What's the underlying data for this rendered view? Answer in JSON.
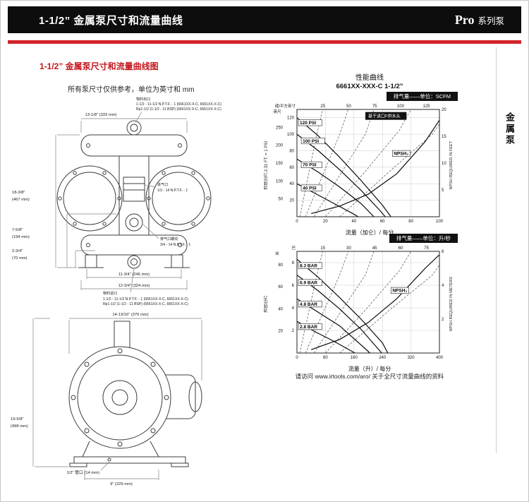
{
  "page": {
    "header": {
      "title": "1-1/2” 金属泵尺寸和流量曲线",
      "brand_pro": "Pro",
      "brand_rest": "系列泵"
    },
    "side_tab": "金属泵",
    "subtitle": "1-1/2” 金属泵尺寸和流量曲线图",
    "units_note": "所有泵尺寸仅供参考，单位为英寸和 mm",
    "footer_note": "请访问 www.irtools.com/aro/ 关于全尺寸流量曲线的资料"
  },
  "drawing": {
    "front": {
      "dim_width": "13-1/8\" (333 mm)",
      "dim_height": "18-3/8\"",
      "dim_height_mm": "(467 mm)",
      "dim_mid": "7-5/8\"",
      "dim_mid_mm": "(194 mm)",
      "dim_low": "2-3/4\"",
      "dim_low_mm": "(70 mm)",
      "dim_base1": "11-3/4\" (246 mm)",
      "dim_base2": "12-3/4\" (324 mm)",
      "outlet_l1": "物料出口",
      "outlet_l2": "1-1/2 - 11-1/2 N.P.T.F. - 1 (6661XX-X-C, 6661XX-X-C)",
      "outlet_l3": "Rp1-1/2 (1-1/2 - 11 BSP) (6661XX-X-C, 6661XX-X-C)",
      "air_l1": "进气口",
      "air_l2": "1/2 - 14 N.P.T.F. - 1",
      "exhaust_l1": "排气口螺纹",
      "exhaust_l2": "3/4 - 14 N.P.T.F. - 1",
      "inlet_l1": "物料进口",
      "inlet_l2": "1-1/2 - 11-1/2 N.P.T.F. - 1 (6661XX-X-C, 6661XX-X-C)",
      "inlet_l3": "Rp1-1/2 (1-1/2 - 11 BSP) (6661XX-X-C, 6661XX-X-C)"
    },
    "bottom": {
      "dim_width": "14-13/16\" (376 mm)",
      "dim_height": "19-5/8\"",
      "dim_height_mm": "(498 mm)",
      "dim_pipe": "1/2\" 管口 (14 mm)",
      "dim_depth": "9\" (229 mm)"
    }
  },
  "chart_data": [
    {
      "type": "line",
      "title": "性能曲线",
      "model": "6661XX-XXX-C  1-1/2”",
      "air_axis_label": "排气量——单位：SCFM",
      "inset_note": "基于进口F供水头",
      "inset_at": [
        48,
        120
      ],
      "xlabel": "流量（加仑）/ 每分",
      "ylabel_left": "流体压力  2.31 FT. = 1 PSI",
      "ylabel_right": "NPSH REQUIRED IN FEET",
      "unit_col1": "英尺",
      "unit_col2": "磅/平方英寸",
      "xlim": [
        0,
        100
      ],
      "ylim": [
        0,
        130
      ],
      "xticks": [
        0,
        20,
        40,
        60,
        80,
        100
      ],
      "yticks": [
        20,
        40,
        60,
        80,
        100,
        120
      ],
      "col1_lim": [
        0,
        300
      ],
      "col1_ticks": [
        50,
        100,
        150,
        200,
        250
      ],
      "right_lim": [
        0,
        20
      ],
      "right_ticks": [
        5,
        10,
        15,
        20
      ],
      "top_ticks": [
        25,
        50,
        75,
        100,
        125
      ],
      "series": [
        {
          "name": "120 PSI",
          "points": [
            [
              0,
              120
            ],
            [
              15,
              98
            ],
            [
              30,
              72
            ],
            [
              45,
              44
            ],
            [
              60,
              14
            ],
            [
              66,
              0
            ]
          ],
          "label_at": [
            2,
            112
          ]
        },
        {
          "name": "100 PSI",
          "points": [
            [
              0,
              100
            ],
            [
              15,
              80
            ],
            [
              30,
              57
            ],
            [
              45,
              32
            ],
            [
              58,
              8
            ],
            [
              62,
              0
            ]
          ],
          "label_at": [
            4,
            90
          ]
        },
        {
          "name": "70 PSI",
          "points": [
            [
              0,
              70
            ],
            [
              15,
              54
            ],
            [
              30,
              36
            ],
            [
              45,
              16
            ],
            [
              54,
              0
            ]
          ],
          "label_at": [
            4,
            61
          ]
        },
        {
          "name": "40 PSI",
          "points": [
            [
              0,
              40
            ],
            [
              12,
              29
            ],
            [
              25,
              17
            ],
            [
              38,
              5
            ],
            [
              43,
              0
            ]
          ],
          "label_at": [
            4,
            33
          ]
        },
        {
          "name": "NPSH₃",
          "axis": "right",
          "points": [
            [
              10,
              0.6
            ],
            [
              30,
              2
            ],
            [
              50,
              4.2
            ],
            [
              70,
              8
            ],
            [
              90,
              14
            ],
            [
              100,
              18
            ]
          ],
          "label_at": [
            68,
            11.5
          ]
        }
      ],
      "air_series": [
        {
          "points": [
            [
              2,
              0
            ],
            [
              8,
              50
            ],
            [
              14,
              100
            ],
            [
              18,
              130
            ]
          ]
        },
        {
          "points": [
            [
              6,
              0
            ],
            [
              18,
              50
            ],
            [
              30,
              100
            ],
            [
              36,
              130
            ]
          ]
        },
        {
          "points": [
            [
              12,
              0
            ],
            [
              30,
              50
            ],
            [
              48,
              100
            ],
            [
              54,
              130
            ]
          ]
        },
        {
          "points": [
            [
              20,
              0
            ],
            [
              48,
              55
            ],
            [
              72,
              105
            ],
            [
              80,
              130
            ]
          ]
        },
        {
          "points": [
            [
              30,
              0
            ],
            [
              65,
              55
            ],
            [
              95,
              100
            ],
            [
              100,
              112
            ]
          ]
        }
      ]
    },
    {
      "type": "line",
      "air_axis_label": "排气量——单位：升/秒",
      "xlabel": "流量（升）/ 每分",
      "ylabel_left": "流体压力",
      "ylabel_right": "NPSH REQUIRED IN METERS",
      "unit_col1": "米",
      "unit_col2": "巴",
      "xlim": [
        0,
        400
      ],
      "ylim": [
        0,
        9
      ],
      "xticks": [
        0,
        80,
        160,
        240,
        320,
        400
      ],
      "yticks": [
        2,
        4,
        6,
        8
      ],
      "col1_lim": [
        0,
        92
      ],
      "col1_ticks": [
        20,
        40,
        60,
        80
      ],
      "right_lim": [
        0,
        6
      ],
      "right_ticks": [
        2,
        4,
        6
      ],
      "top_ticks": [
        15,
        30,
        45,
        60,
        75
      ],
      "series": [
        {
          "name": "8.3 BAR",
          "points": [
            [
              0,
              8.3
            ],
            [
              60,
              6.7
            ],
            [
              120,
              4.9
            ],
            [
              180,
              3.0
            ],
            [
              240,
              0.9
            ],
            [
              255,
              0
            ]
          ],
          "label_at": [
            8,
            7.6
          ]
        },
        {
          "name": "6.9 BAR",
          "points": [
            [
              0,
              6.9
            ],
            [
              60,
              5.5
            ],
            [
              120,
              3.9
            ],
            [
              180,
              2.1
            ],
            [
              238,
              0
            ]
          ],
          "label_at": [
            8,
            6.1
          ]
        },
        {
          "name": "4.8 BAR",
          "points": [
            [
              0,
              4.8
            ],
            [
              60,
              3.6
            ],
            [
              120,
              2.4
            ],
            [
              170,
              1.0
            ],
            [
              205,
              0
            ]
          ],
          "label_at": [
            8,
            4.2
          ]
        },
        {
          "name": "2.8 BAR",
          "points": [
            [
              0,
              2.8
            ],
            [
              50,
              1.9
            ],
            [
              100,
              1.1
            ],
            [
              163,
              0
            ]
          ],
          "label_at": [
            8,
            2.2
          ]
        },
        {
          "name": "NPSH₃",
          "axis": "right",
          "points": [
            [
              40,
              0.2
            ],
            [
              120,
              0.8
            ],
            [
              200,
              1.8
            ],
            [
              280,
              3.2
            ],
            [
              360,
              5.0
            ],
            [
              400,
              5.8
            ]
          ],
          "label_at": [
            268,
            3.6
          ]
        }
      ],
      "air_series": [
        {
          "points": [
            [
              8,
              0
            ],
            [
              32,
              3.5
            ],
            [
              56,
              6.9
            ],
            [
              72,
              9
            ]
          ]
        },
        {
          "points": [
            [
              24,
              0
            ],
            [
              72,
              3.5
            ],
            [
              120,
              6.9
            ],
            [
              144,
              9
            ]
          ]
        },
        {
          "points": [
            [
              48,
              0
            ],
            [
              120,
              3.5
            ],
            [
              192,
              6.9
            ],
            [
              216,
              9
            ]
          ]
        },
        {
          "points": [
            [
              80,
              0
            ],
            [
              192,
              3.8
            ],
            [
              288,
              7.3
            ],
            [
              320,
              9
            ]
          ]
        },
        {
          "points": [
            [
              120,
              0
            ],
            [
              260,
              3.8
            ],
            [
              380,
              6.9
            ],
            [
              400,
              7.8
            ]
          ]
        }
      ]
    }
  ]
}
